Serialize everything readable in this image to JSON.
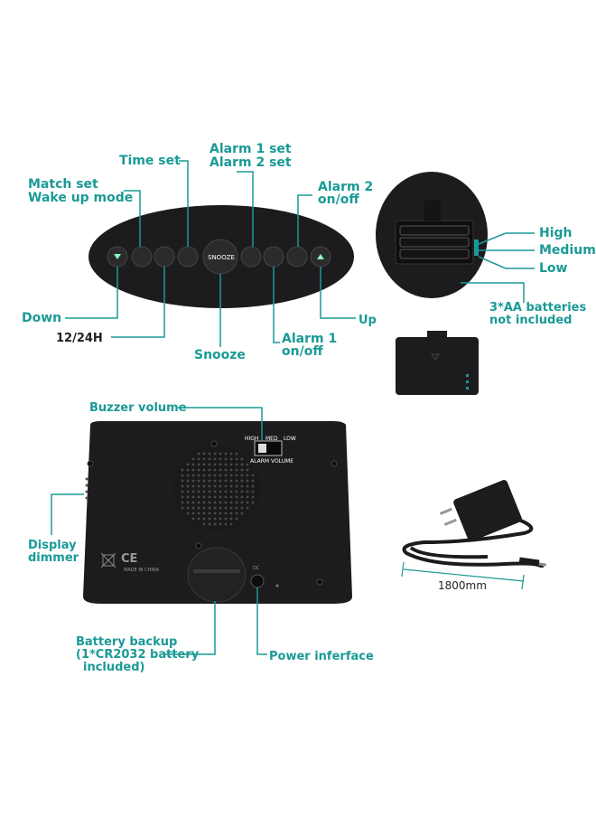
{
  "top_panel": {
    "labels": {
      "time_set": "Time set",
      "alarm_set_1": "Alarm 1 set",
      "alarm_set_2": "Alarm 2 set",
      "match_set_1": "Match set",
      "match_set_2": "Wake up mode",
      "alarm2_onoff_1": "Alarm 2",
      "alarm2_onoff_2": "on/off",
      "down": "Down",
      "mode_12_24": "12/24H",
      "snooze": "Snooze",
      "alarm1_onoff_1": "Alarm 1",
      "alarm1_onoff_2": "on/off",
      "up": "Up"
    },
    "snooze_button_text": "SNOOZE"
  },
  "battery_panel": {
    "labels": {
      "high": "High",
      "medium": "Medium",
      "low": "Low",
      "batteries_1": "3*AA batteries",
      "batteries_2": "not included"
    }
  },
  "back_panel": {
    "labels": {
      "buzzer_volume": "Buzzer volume",
      "display_dimmer_1": "Display",
      "display_dimmer_2": "dimmer",
      "battery_backup_1": "Battery backup",
      "battery_backup_2": "(1*CR2032 battery",
      "battery_backup_3": "included)",
      "power_interface": "Power inferface"
    },
    "switch_text": {
      "high": "HIGH",
      "med": "MED",
      "low": "LOW",
      "title": "ALARM VOLUME"
    },
    "made_in": "MADE IN CHINA",
    "ce": "CE",
    "dc": "DC"
  },
  "adapter": {
    "cable_length": "1800mm"
  },
  "colors": {
    "accent": "#1a9a96",
    "device": "#1c1c1e"
  }
}
